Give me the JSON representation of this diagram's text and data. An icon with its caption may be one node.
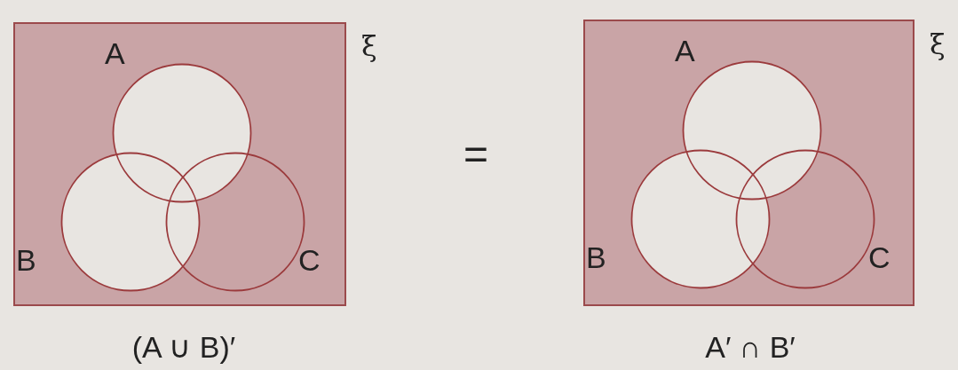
{
  "diagram": {
    "nodes": [
      {
        "text": [
          "ξ"
        ],
        "beside": [
          "(A ∪ B)′"
        ]
      },
      {
        "text": [
          "A"
        ],
        "in": 0
      },
      {
        "text": [
          "B"
        ],
        "in": 0
      },
      {
        "text": [
          "C"
        ],
        "in": 0
      },
      {
        "text": [
          "ξ"
        ],
        "beside": [
          "A′ ∩ B′"
        ]
      },
      {
        "text": [
          "A"
        ],
        "in": 4
      },
      {
        "text": [
          "B"
        ],
        "in": 4
      },
      {
        "text": [
          "C"
        ],
        "in": 4
      }
    ],
    "labels": [
      "="
    ]
  }
}
